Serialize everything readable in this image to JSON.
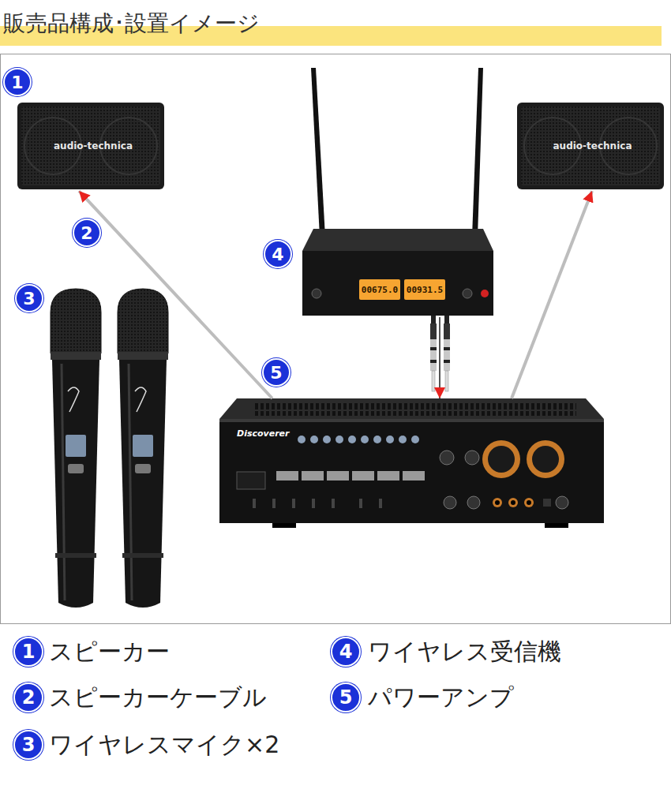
{
  "diagram": {
    "title": "販売品構成･設置イメージ",
    "nodes": [
      {
        "text": [
          "audio-technica"
        ]
      },
      {
        "text": [
          "00675.0",
          "00931.5"
        ]
      },
      {
        "text": [
          "audio-technica"
        ]
      },
      {
        "text": [
          "Discoverer"
        ]
      }
    ],
    "edges": [
      {
        "from": 3,
        "to": 0,
        "arrow": "to"
      },
      {
        "from": 3,
        "to": 2,
        "arrow": "to"
      },
      {
        "from": 1,
        "to": 3,
        "arrow": "to"
      }
    ],
    "labels": [
      "1",
      "2",
      "3",
      "4",
      "5",
      "1",
      "スピーカー",
      "4",
      "ワイヤレス受信機",
      "2",
      "スピーカーケーブル",
      "5",
      "パワーアンプ",
      "3",
      "ワイヤレスマイク×2"
    ]
  }
}
